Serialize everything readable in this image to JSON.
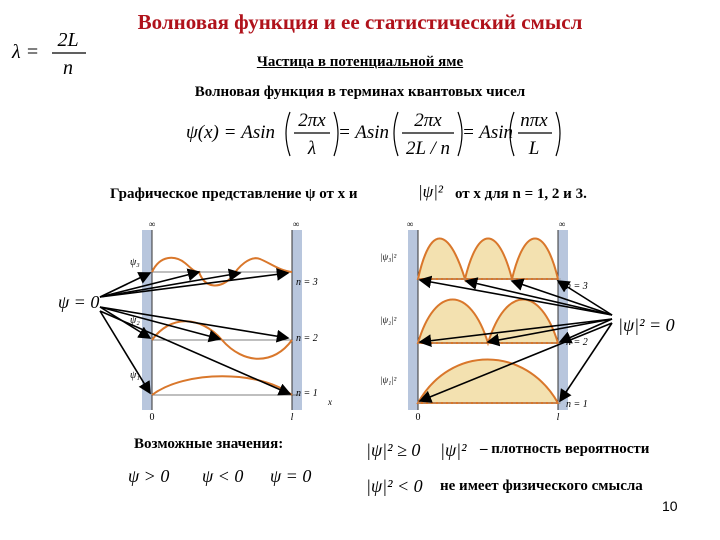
{
  "slide": {
    "title": "Волновая функция и ее статистический смысл",
    "subtitle": "Частица в потенциальной яме",
    "wavefunction_label": "Волновая функция в терминах квантовых чисел",
    "lambda_formula": {
      "lhs": "λ =",
      "num": "2L",
      "den": "n"
    },
    "psi_formula": {
      "lhs": "ψ(x) = Asin",
      "f1_num": "2πx",
      "f1_den": "λ",
      "mid": "= Asin",
      "f2_num": "2πx",
      "f2_den": "2L / n",
      "mid2": "= Asin",
      "f3_num": "nπx",
      "f3_den": "L"
    },
    "graph_title_left": "Графическое представление ψ от x и",
    "graph_title_right": "от x для n = 1, 2 и 3.",
    "psi_sq_symbol": "|ψ|²",
    "psi_zero": "ψ = 0",
    "psi_sq_zero": "|ψ|² = 0",
    "left_graph": {
      "n_labels": [
        "n = 3",
        "n = 2",
        "n = 1"
      ],
      "inf_label": "∞",
      "axis_zero": "0",
      "axis_l": "l",
      "axis_x": "x",
      "psi_labels": [
        "ψ₃",
        "ψ₂",
        "ψ₁"
      ]
    },
    "right_graph": {
      "n_labels": [
        "n = 3",
        "n = 2",
        "n = 1"
      ],
      "inf_label": "∞",
      "axis_zero": "0",
      "axis_l": "l",
      "psi_labels": [
        "|ψ₃|²",
        "|ψ₂|²",
        "|ψ₁|²"
      ]
    },
    "possible_values_label": "Возможные значения:",
    "possible_values": [
      "ψ > 0",
      "ψ < 0",
      "ψ = 0"
    ],
    "density_expr": "|ψ|² ≥ 0",
    "density_expr2": "|ψ|²",
    "density_text": "– плотность вероятности",
    "nophys_expr": "|ψ|² < 0",
    "nophys_text": "не имеет физического смысла",
    "page_number": "10",
    "colors": {
      "title": "#b0121b",
      "curve": "#d9772b",
      "fill": "#f3e1b0",
      "wall": "#b8c6dd"
    }
  }
}
